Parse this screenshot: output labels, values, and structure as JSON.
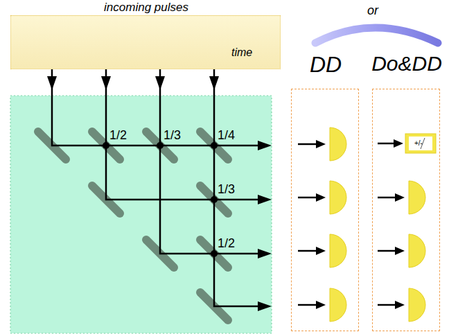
{
  "diagram": {
    "nodes": [
      {
        "text": [
          "incoming pulses",
          "time"
        ]
      },
      {
        "text": [
          "DD"
        ]
      },
      {
        "text": [
          "Do&DD"
        ]
      }
    ],
    "labels": [
      "1/2",
      "1/3",
      "1/4",
      "1/3",
      "1/2",
      "or",
      "+/-"
    ]
  }
}
